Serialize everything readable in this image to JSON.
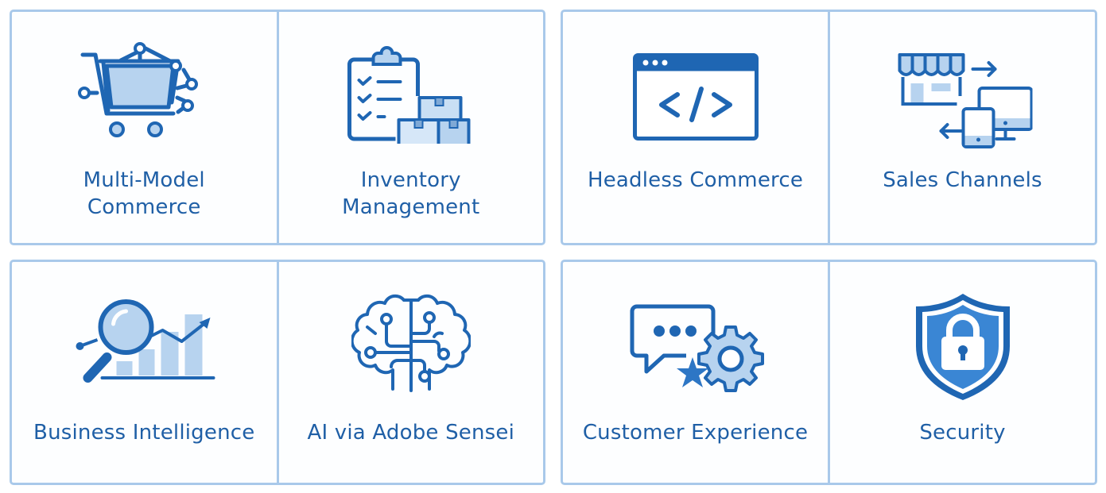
{
  "colors": {
    "primary": "#1f66b3",
    "light": "#b7d3ef",
    "border": "#a9c9ea",
    "text": "#1f5fa6"
  },
  "panels": [
    {
      "cells": [
        {
          "icon": "shopping-cart-network-icon",
          "label_lines": [
            "Multi-Model",
            "Commerce"
          ]
        },
        {
          "icon": "clipboard-boxes-icon",
          "label_lines": [
            "Inventory",
            "Management"
          ]
        }
      ]
    },
    {
      "cells": [
        {
          "icon": "browser-code-icon",
          "label_lines": [
            "Headless Commerce"
          ]
        },
        {
          "icon": "storefront-devices-icon",
          "label_lines": [
            "Sales Channels"
          ]
        }
      ]
    },
    {
      "cells": [
        {
          "icon": "magnifier-chart-icon",
          "label_lines": [
            "Business Intelligence"
          ]
        },
        {
          "icon": "brain-circuit-icon",
          "label_lines": [
            "AI via Adobe Sensei"
          ]
        }
      ]
    },
    {
      "cells": [
        {
          "icon": "chat-gear-star-icon",
          "label_lines": [
            "Customer Experience"
          ]
        },
        {
          "icon": "shield-lock-icon",
          "label_lines": [
            "Security"
          ]
        }
      ]
    }
  ]
}
